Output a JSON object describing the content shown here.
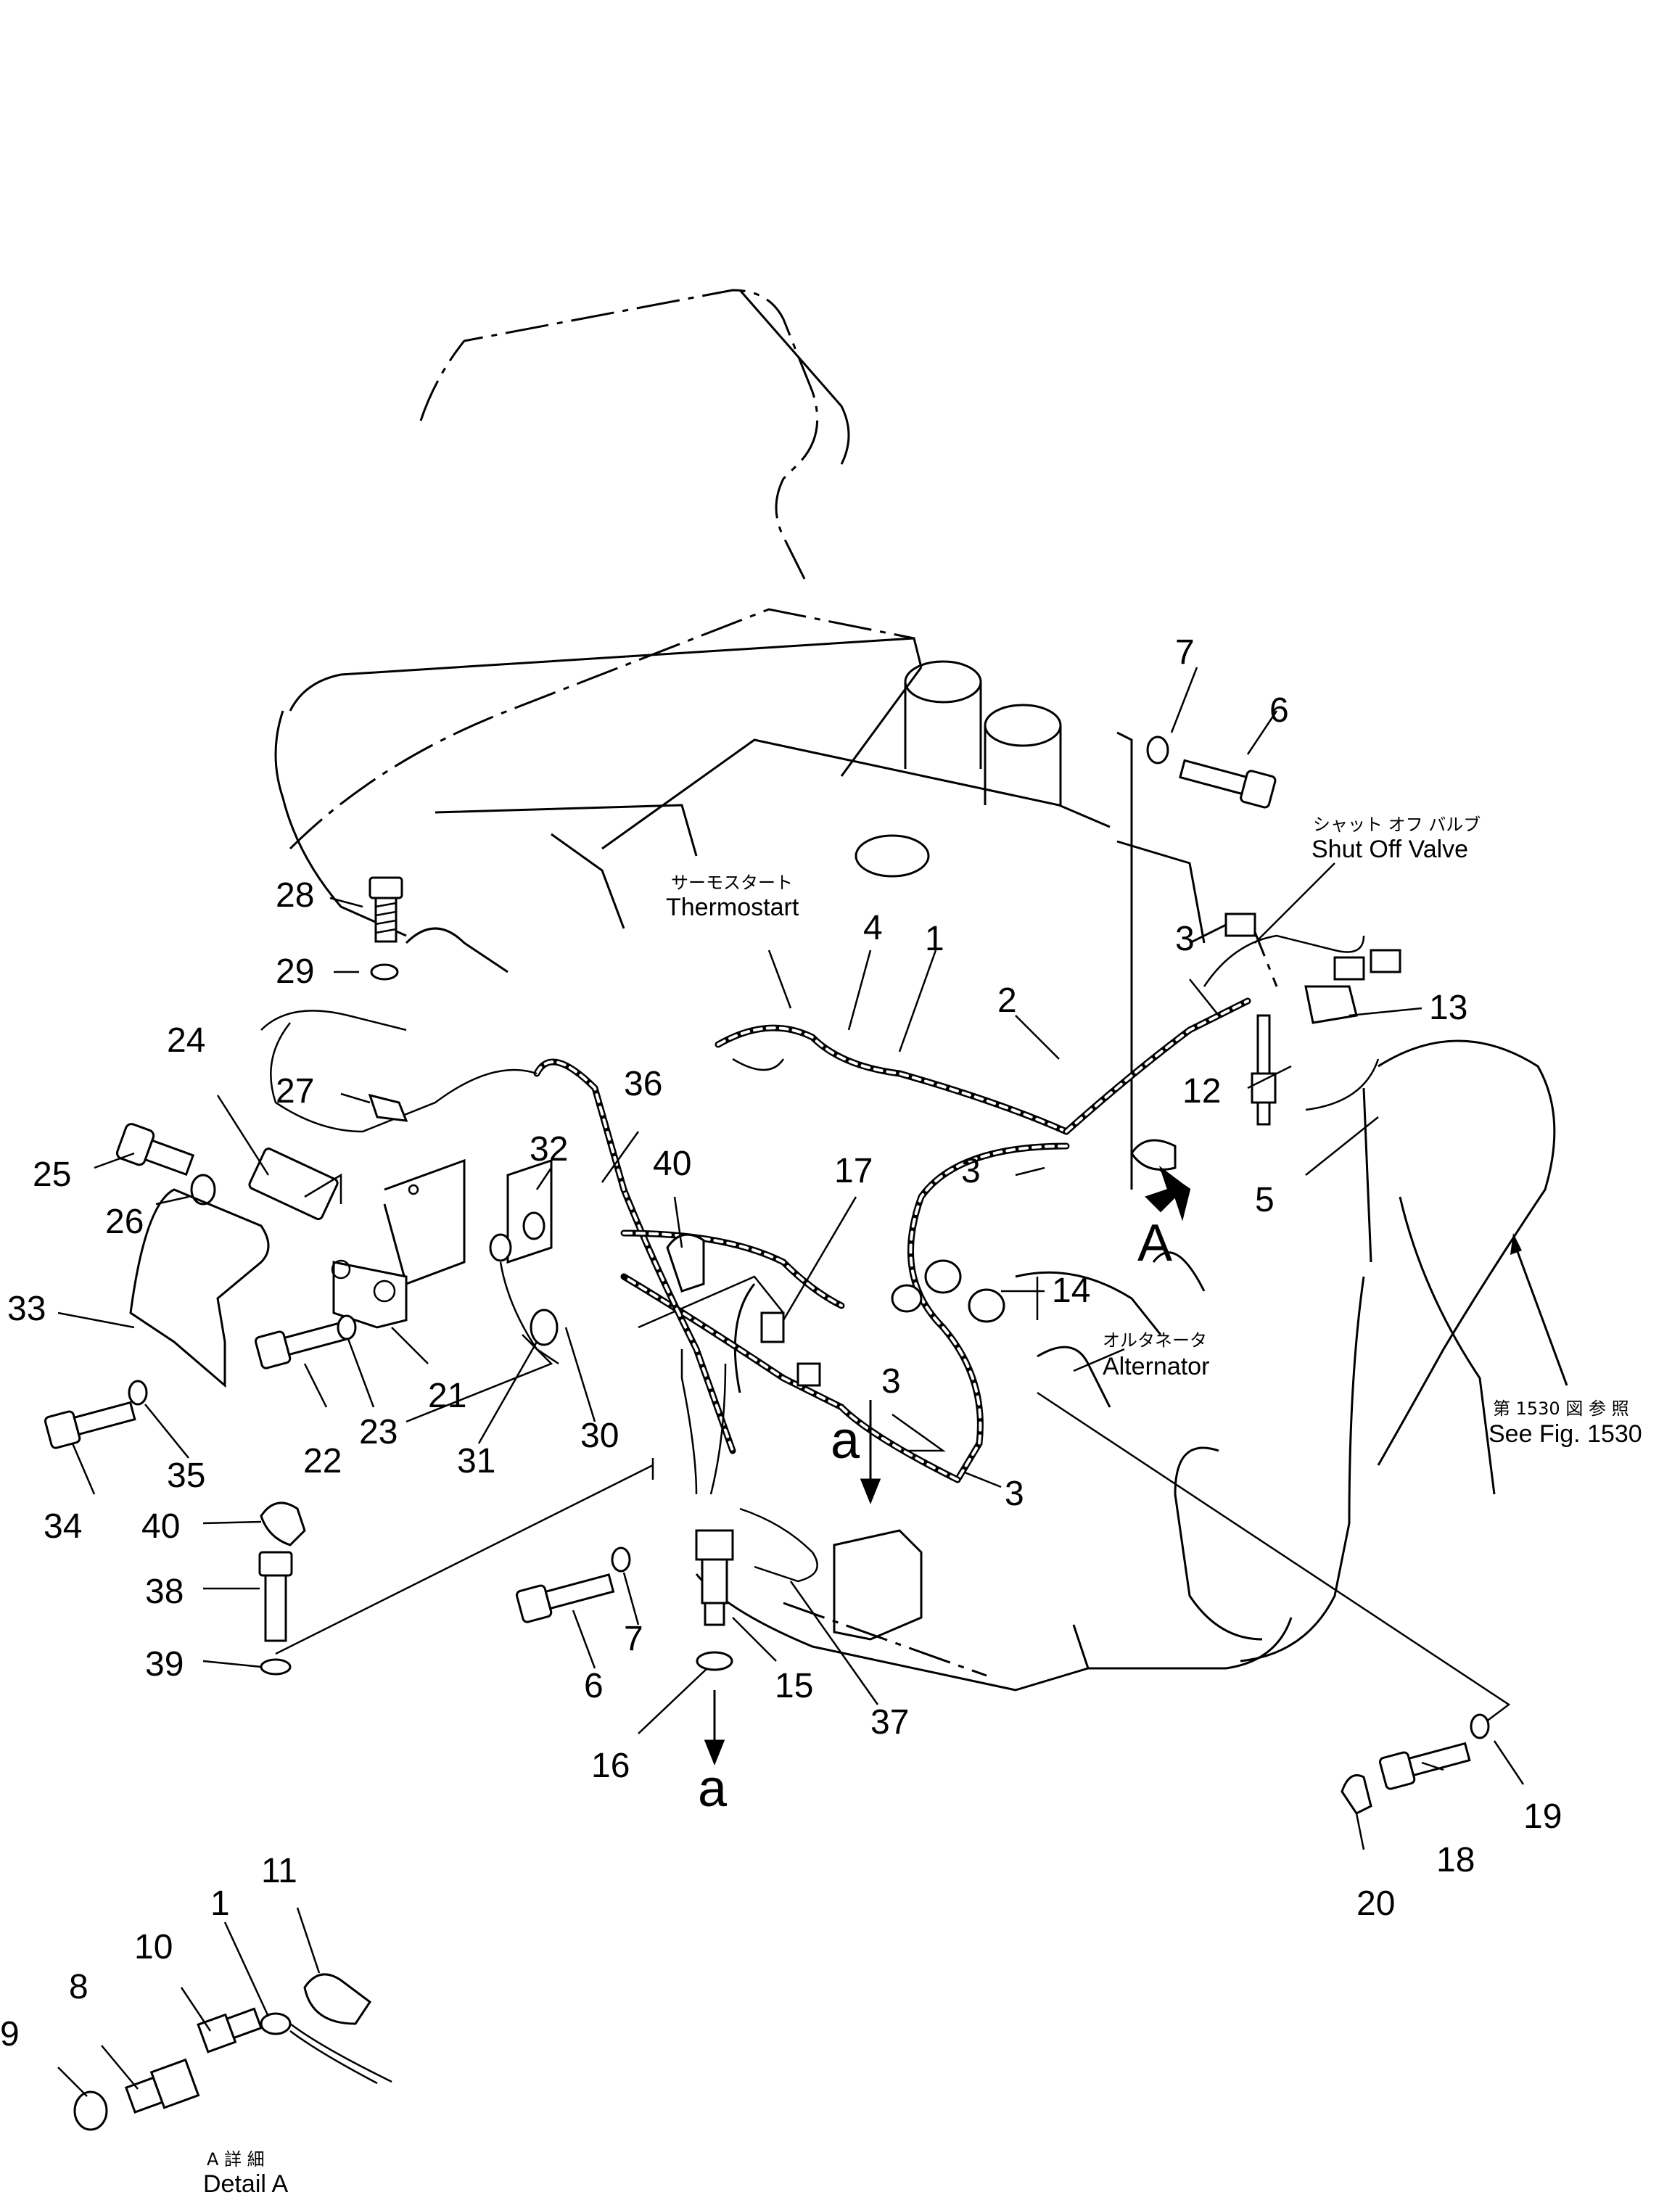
{
  "labels": {
    "p1": "1",
    "p2": "2",
    "p3a": "3",
    "p3b": "3",
    "p3c": "3",
    "p3d": "3",
    "p4": "4",
    "p5": "5",
    "p6a": "6",
    "p6b": "6",
    "p7a": "7",
    "p7b": "7",
    "p8": "8",
    "p9": "9",
    "p10": "10",
    "p11": "11",
    "p1d": "1",
    "p12": "12",
    "p13": "13",
    "p14": "14",
    "p15": "15",
    "p16": "16",
    "p17": "17",
    "p18": "18",
    "p19": "19",
    "p20": "20",
    "p21": "21",
    "p22": "22",
    "p23": "23",
    "p24": "24",
    "p25": "25",
    "p26": "26",
    "p27": "27",
    "p28": "28",
    "p29": "29",
    "p30": "30",
    "p31": "31",
    "p32": "32",
    "p33": "33",
    "p34": "34",
    "p35": "35",
    "p36": "36",
    "p37": "37",
    "p38": "38",
    "p39": "39",
    "p40a": "40",
    "p40b": "40"
  },
  "annotations": {
    "thermostart_jp": "サーモスタート",
    "thermostart_en": "Thermostart",
    "shutoff_jp": "シャット オフ バルブ",
    "shutoff_en": "Shut Off Valve",
    "alternator_jp": "オルタネータ",
    "alternator_en": "Alternator",
    "seefig_jp": "第 1530 図 参 照",
    "seefig_en": "See Fig. 1530",
    "detail_jp": "A 詳 細",
    "detail_en": "Detail A",
    "view_a": "A",
    "ref_a_top": "a",
    "ref_a_bottom": "a"
  }
}
